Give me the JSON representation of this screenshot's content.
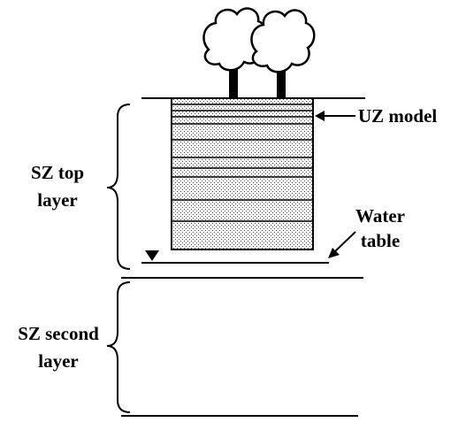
{
  "labels": {
    "uz_model": "UZ model",
    "water_line1": "Water",
    "water_line2": "table",
    "sz_top_line1": "SZ top",
    "sz_top_line2": "layer",
    "sz_second_line1": "SZ second",
    "sz_second_line2": "layer"
  },
  "colors": {
    "ink": "#000000",
    "stipple": "#444444",
    "background": "#ffffff"
  },
  "icons": [
    "tree-icon",
    "tree-icon",
    "water-table-marker-icon",
    "arrow-icon",
    "arrow-icon",
    "curly-brace-icon",
    "curly-brace-icon"
  ]
}
